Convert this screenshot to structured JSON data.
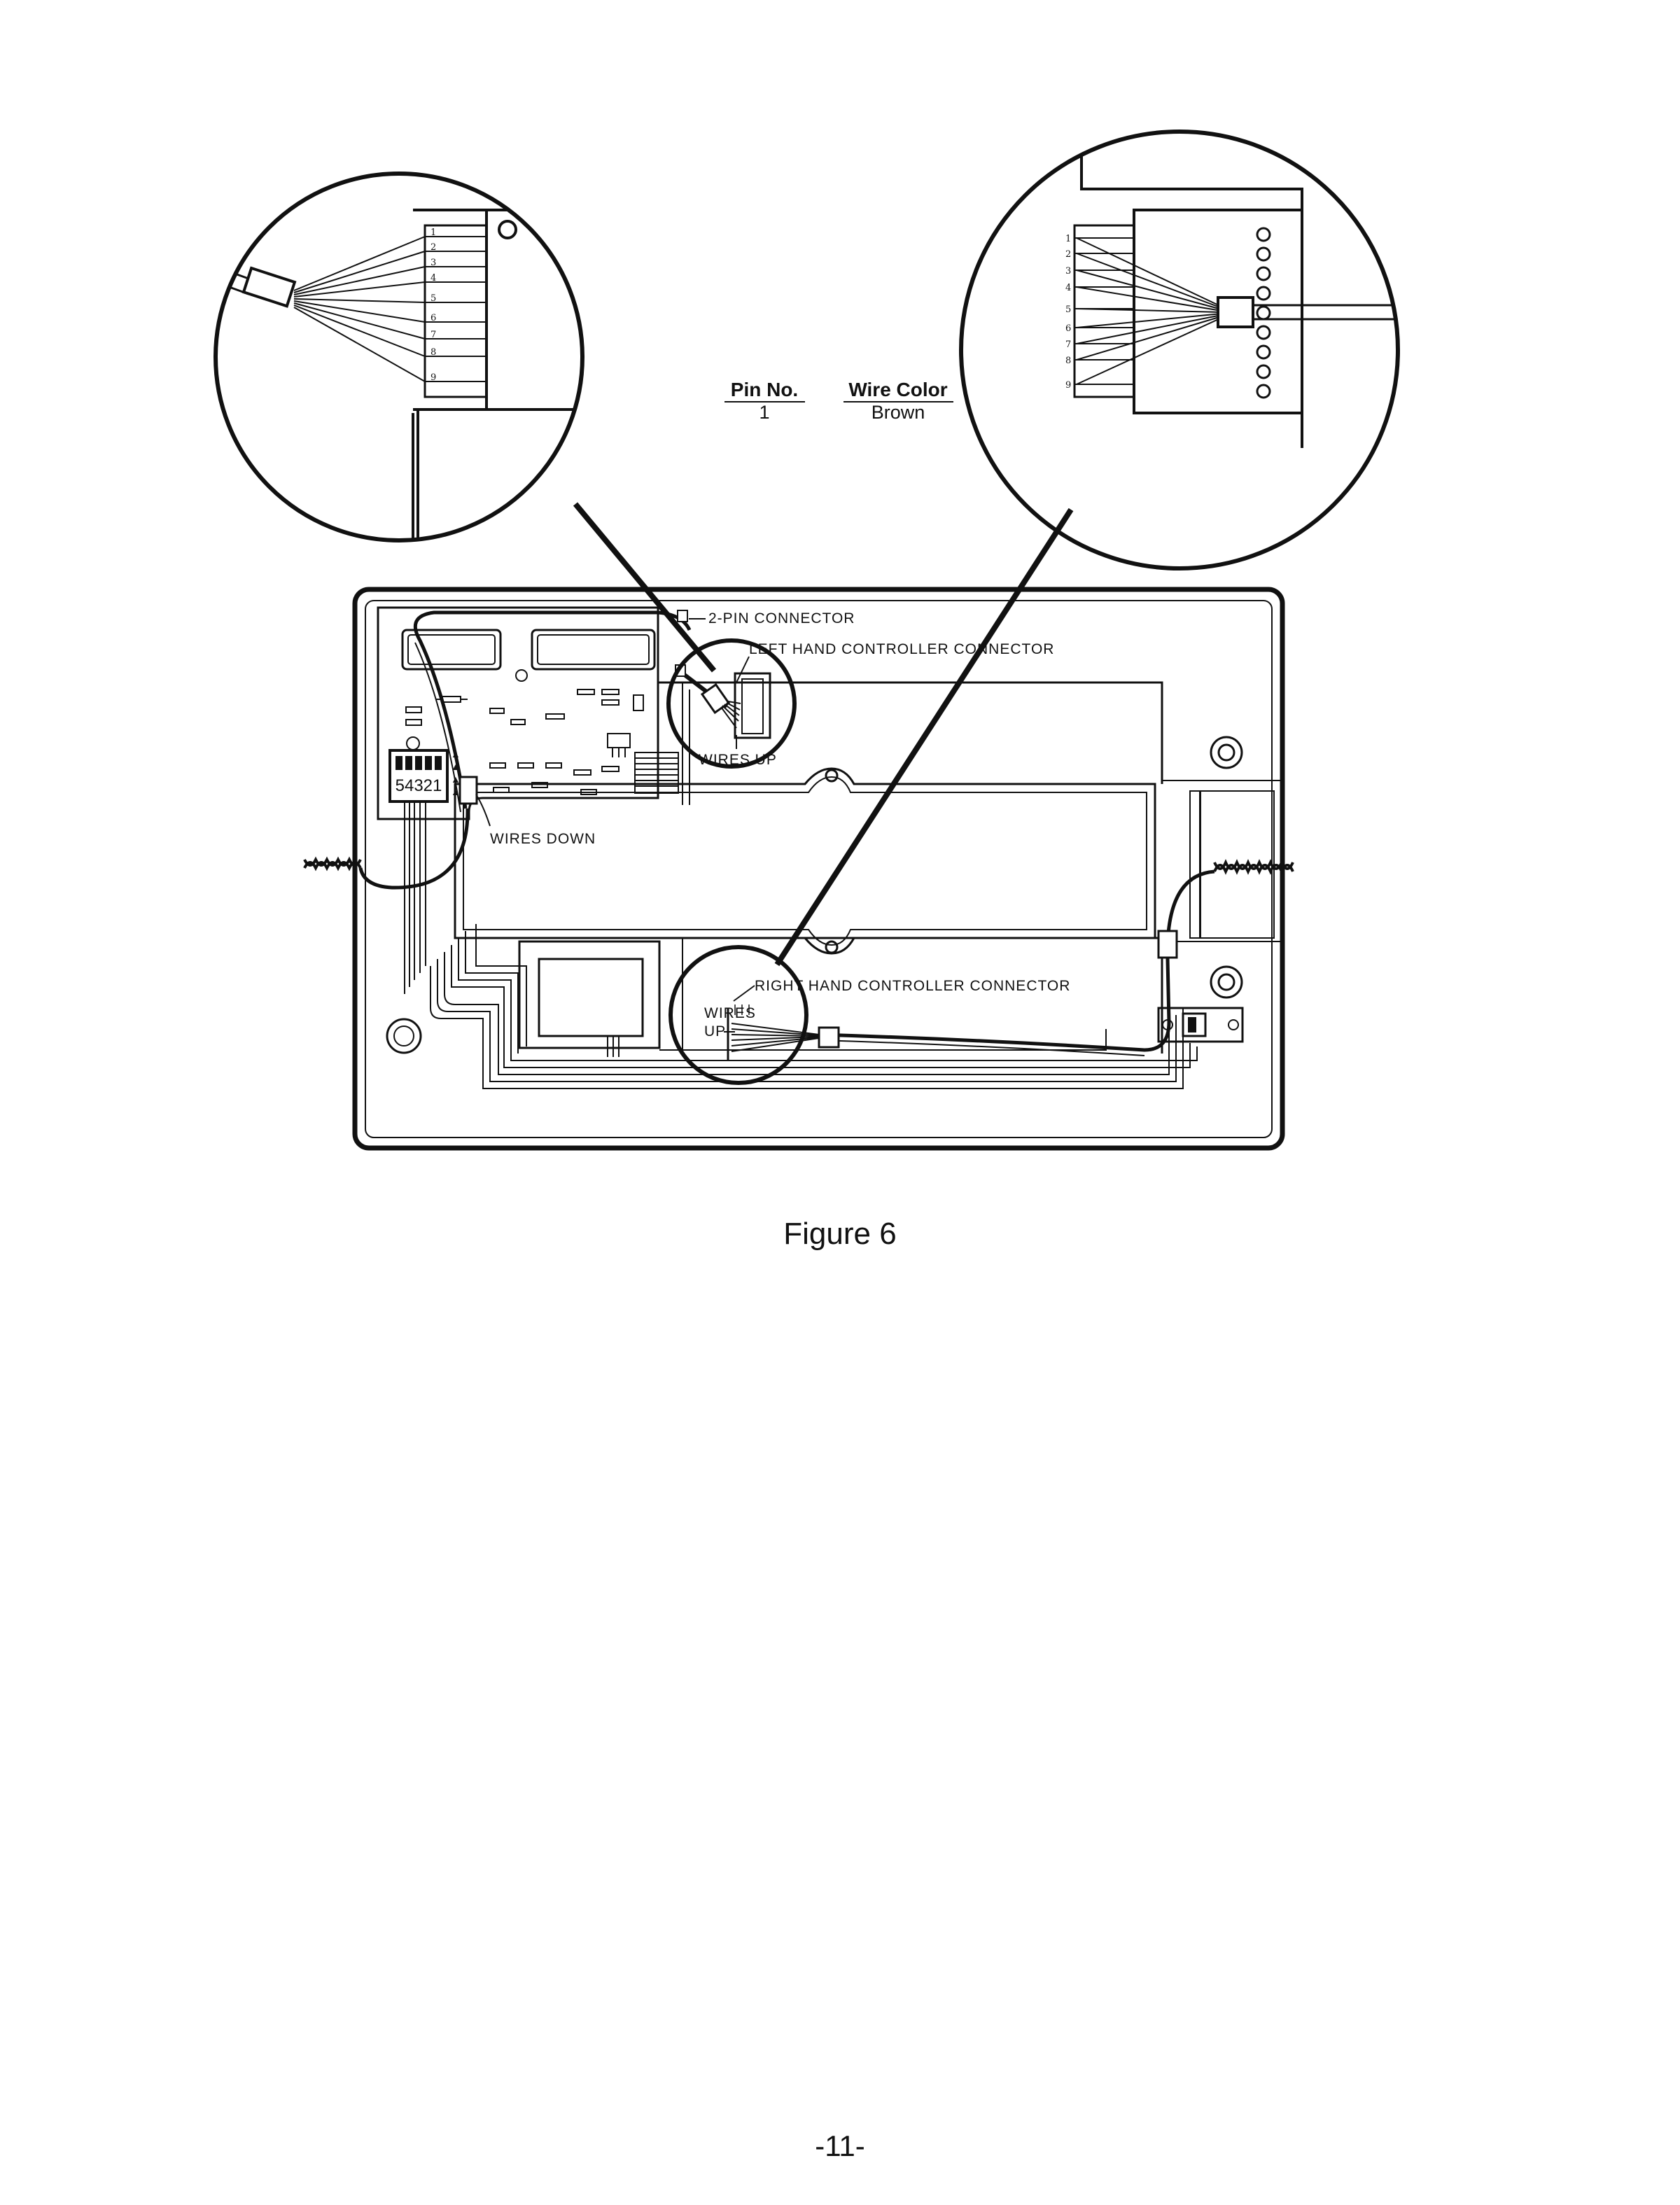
{
  "pin_table": {
    "headers": [
      "Pin No.",
      "Wire Color"
    ],
    "rows": [
      [
        "1",
        "Brown"
      ]
    ]
  },
  "left_detail": {
    "pin_numbers": [
      "1",
      "2",
      "3",
      "4",
      "5",
      "6",
      "7",
      "8",
      "9"
    ]
  },
  "right_detail": {
    "pin_numbers": [
      "1",
      "2",
      "3",
      "4",
      "5",
      "6",
      "7",
      "8",
      "9"
    ]
  },
  "labels": {
    "two_pin": "2-PIN CONNECTOR",
    "left_connector": "LEFT HAND CONTROLLER CONNECTOR",
    "wires_up_left": "WIRES UP",
    "wires_down": "WIRES DOWN",
    "right_connector": "RIGHT HAND CONTROLLER CONNECTOR",
    "wires_up_right_1": "WIRES",
    "wires_up_right_2": "UP",
    "switch_number": "54321"
  },
  "caption": "Figure 6",
  "page_number": "-11-"
}
